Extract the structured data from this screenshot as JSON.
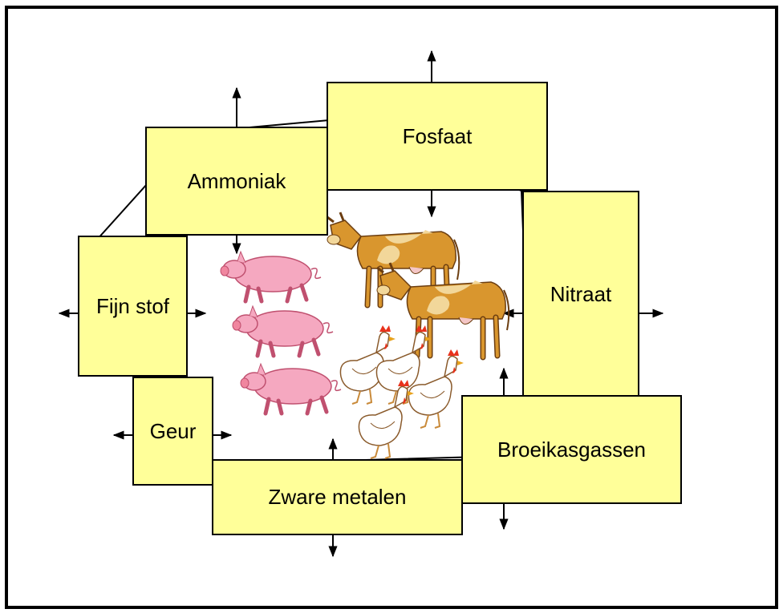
{
  "diagram": {
    "box_fill": "#ffff99",
    "border_color": "#000000",
    "labels": {
      "fosfaat": "Fosfaat",
      "ammoniak": "Ammoniak",
      "nitraat": "Nitraat",
      "fijn_stof": "Fijn stof",
      "geur": "Geur",
      "broeikasgassen": "Broeikasgassen",
      "zware_metalen": "Zware metalen"
    },
    "pictures": [
      {
        "name": "pig-icon",
        "count": 3,
        "color": "#f5a8c0"
      },
      {
        "name": "cow-icon",
        "count": 2,
        "color": "#d9962e"
      },
      {
        "name": "chicken-icon",
        "count": 4,
        "color": "#ffffff"
      }
    ]
  }
}
